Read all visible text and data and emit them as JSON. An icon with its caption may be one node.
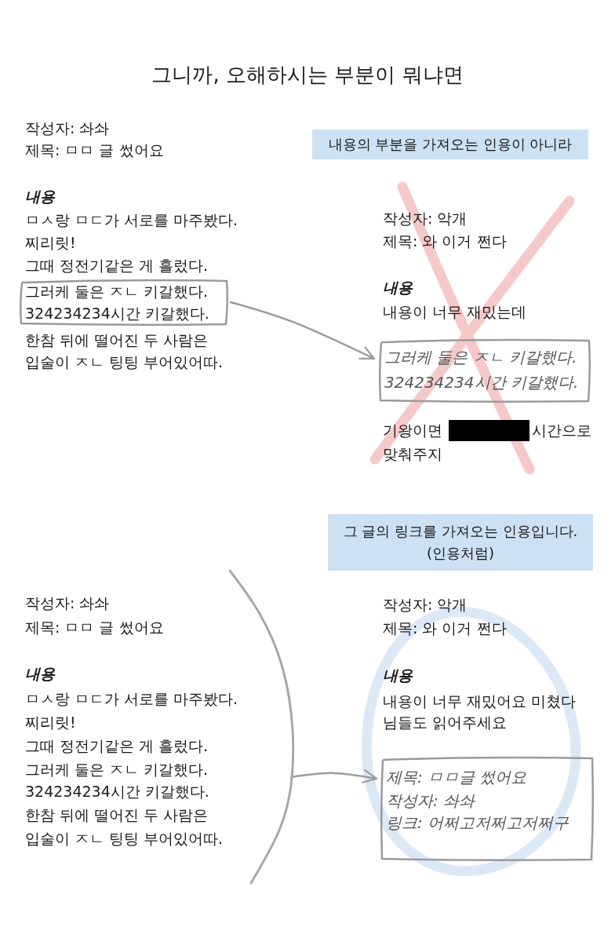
{
  "diagram": {
    "title": "그니까, 오해하시는 부분이 뭐냐면",
    "nodes": [
      {
        "text": [
          "내용의 부분을 가져오는 인용이 아니라"
        ]
      },
      {
        "text": [
          "그러케 둘은 ㅈㄴ 키갈했다.",
          "324234234시간 키갈했다."
        ]
      },
      {
        "text": [
          "그러케 둘은 ㅈㄴ 키갈했다.",
          "324234234시간 키갈했다."
        ]
      },
      {
        "text": [
          "그 글의 링크를 가져오는 인용입니다.",
          "(인용처럼)"
        ]
      },
      {
        "text": [
          "작성자: 솨솨",
          "제목: ㅁㅁ 글 썼어요",
          "내용",
          "ㅁㅅ랑 ㅁㄷ가 서로를 마주봤다.",
          "찌리릿!",
          "그때 정전기같은 게 흘렀다.",
          "그러케 둘은 ㅈㄴ 키갈했다.",
          "324234234시간 키갈했다.",
          "한참 뒤에 떨어진 두 사람은",
          "입술이 ㅈㄴ 팅팅 부어있어따."
        ]
      },
      {
        "text": [
          "제목: ㅁㅁ글 썼어요",
          "작성자: 솨솨",
          "링크: 어쩌고저쩌고저쩌구"
        ]
      }
    ],
    "edges": [
      {
        "from": 1,
        "to": 2,
        "arrow": "to"
      },
      {
        "from": 4,
        "to": 5,
        "arrow": "to"
      }
    ],
    "labels": [
      "작성자: 솨솨",
      "제목: ㅁㅁ 글 썼어요",
      "내용",
      "ㅁㅅ랑 ㅁㄷ가 서로를 마주봤다.",
      "찌리릿!",
      "그때 정전기같은 게 흘렀다.",
      "한참 뒤에 떨어진 두 사람은",
      "입술이 ㅈㄴ 팅팅 부어있어따.",
      "작성자: 악개",
      "제목: 와 이거 쩐다",
      "내용",
      "내용이 너무 재밌는데",
      "기왕이면",
      "시간으로",
      "맞춰주지",
      "작성자: 악개",
      "제목: 와 이거 쩐다",
      "내용",
      "내용이 너무 재밌어요 미쳤다",
      "님들도 읽어주세요"
    ]
  }
}
